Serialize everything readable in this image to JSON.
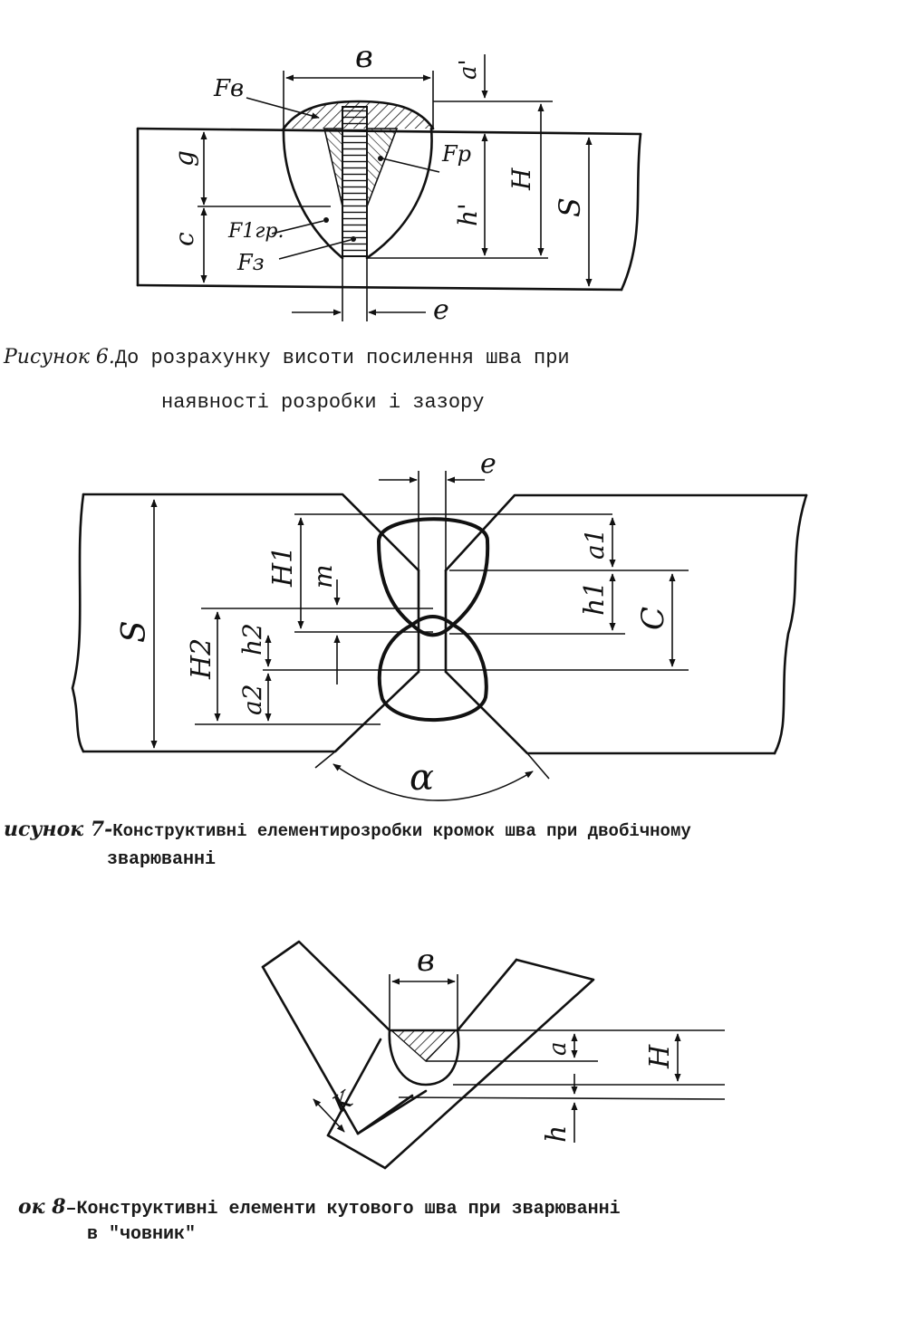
{
  "fig6": {
    "labels": {
      "b": "в",
      "a": "a'",
      "Fb": "Fв",
      "g": "g",
      "Fp": "Fp",
      "H": "H",
      "h": "h'",
      "S": "S",
      "c": "c",
      "Fkp": "F1гр.",
      "Fz": "Fз",
      "e": "e"
    },
    "caption_prefix": "Рисунок 6.",
    "caption_line1": "До розрахунку висоти посилення шва при",
    "caption_line2": "наявності розробки і зазору"
  },
  "fig7": {
    "labels": {
      "e": "e",
      "S": "S",
      "H1": "H1",
      "m": "m",
      "H2": "H2",
      "h2": "h2",
      "a2": "a2",
      "a1": "a1",
      "h1": "h1",
      "C": "C",
      "alpha": "α"
    },
    "caption_prefix": "исунок 7-",
    "caption_line1": "Конструктивні елементирозробки кромок шва при двобічному",
    "caption_line2": "зварюванні"
  },
  "fig8": {
    "labels": {
      "b": "в",
      "a": "a",
      "H": "H",
      "K": "K",
      "h": "h"
    },
    "caption_prefix": "ок 8",
    "caption_line1": "–Конструктивні елементи кутового шва при зварюванні",
    "caption_line2": "в \"човник\""
  }
}
